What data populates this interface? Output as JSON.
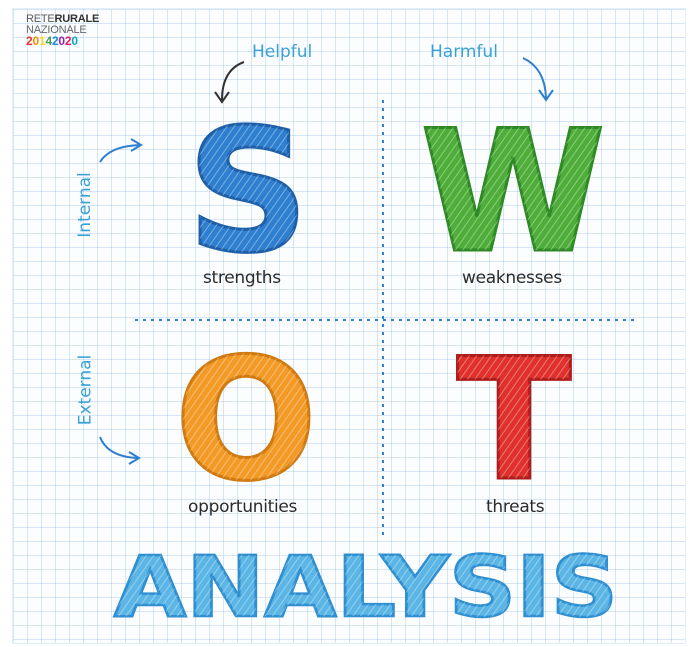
{
  "logo": {
    "line1_a": "RETE",
    "line1_b": "RURALE",
    "line2": "NAZIONALE",
    "line3_digits": [
      "2",
      "0",
      "1",
      "4",
      "2",
      "0",
      "2",
      "0"
    ],
    "line3_colors": [
      "#e53935",
      "#fb8c00",
      "#fdd835",
      "#43a047",
      "#1e88e5",
      "#8e24aa",
      "#e91e63",
      "#00acc1"
    ]
  },
  "axes": {
    "helpful": "Helpful",
    "harmful": "Harmful",
    "internal": "Internal",
    "external": "External"
  },
  "quadrants": [
    {
      "letter": "S",
      "label": "strengths",
      "color": "#2f7fd0"
    },
    {
      "letter": "W",
      "label": "weaknesses",
      "color": "#4fae3a"
    },
    {
      "letter": "O",
      "label": "opportunities",
      "color": "#f39a26"
    },
    {
      "letter": "T",
      "label": "threats",
      "color": "#e0302c"
    }
  ],
  "title": {
    "text": "ANALYSIS",
    "color": "#5bb6e6"
  },
  "colors": {
    "accent_blue": "#3aa1d6",
    "divider": "#2f7fd0",
    "grid": "#bcd6ee"
  }
}
